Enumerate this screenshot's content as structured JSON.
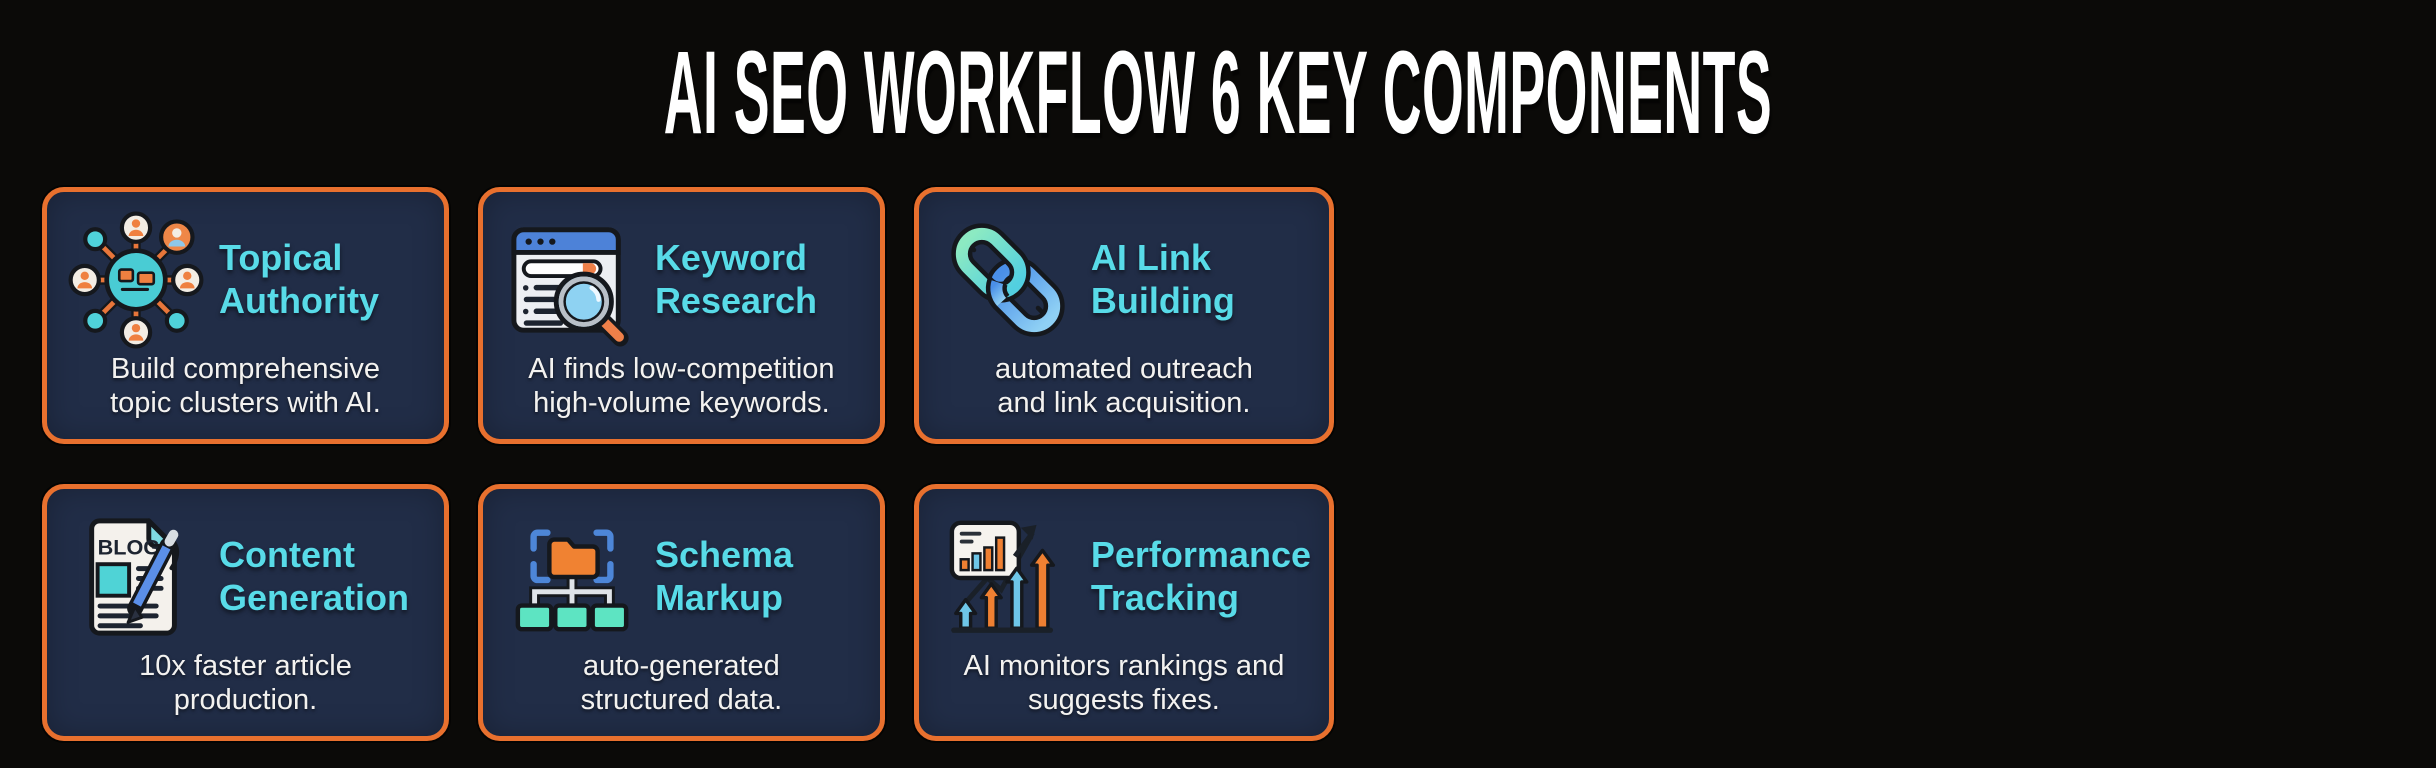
{
  "page": {
    "title": "AI SEO WORKFLOW 6 KEY COMPONENTS",
    "background_color": "#0b0a08",
    "title_color": "#ffffff"
  },
  "theme": {
    "card_background": "#212d47",
    "card_border_orange": "#e8702e",
    "card_title_cyan": "#58dbe8",
    "card_description_color": "#f3f2f0",
    "icon_orange": "#ef8032",
    "icon_teal": "#4fd2da",
    "icon_blue": "#4d86d8",
    "icon_mint": "#7ce9c1",
    "icon_outline_dark": "#15181d"
  },
  "cards": [
    {
      "id": "topical-authority",
      "icon": "network-cluster-icon",
      "title_line1": "Topical",
      "title_line2": "Authority",
      "description_line1": "Build comprehensive",
      "description_line2": "topic clusters with AI."
    },
    {
      "id": "keyword-research",
      "icon": "browser-search-icon",
      "title_line1": "Keyword",
      "title_line2": "Research",
      "description_line1": "AI finds low-competition",
      "description_line2": "high-volume keywords."
    },
    {
      "id": "ai-link-building",
      "icon": "chain-link-icon",
      "title_line1": "AI Link",
      "title_line2": "Building",
      "description_line1": "automated outreach",
      "description_line2": "and link acquisition."
    },
    {
      "id": "content-generation",
      "icon": "blog-document-icon",
      "icon_text": "BLOG",
      "title_line1": "Content",
      "title_line2": "Generation",
      "description_line1": "10x faster article",
      "description_line2": "production."
    },
    {
      "id": "schema-markup",
      "icon": "folder-tree-icon",
      "title_line1": "Schema",
      "title_line2": "Markup",
      "description_line1": "auto-generated",
      "description_line2": "structured data."
    },
    {
      "id": "performance-tracking",
      "icon": "growth-chart-icon",
      "title_line1": "Performance",
      "title_line2": "Tracking",
      "description_line1": "AI monitors rankings and",
      "description_line2": "suggests fixes."
    }
  ]
}
